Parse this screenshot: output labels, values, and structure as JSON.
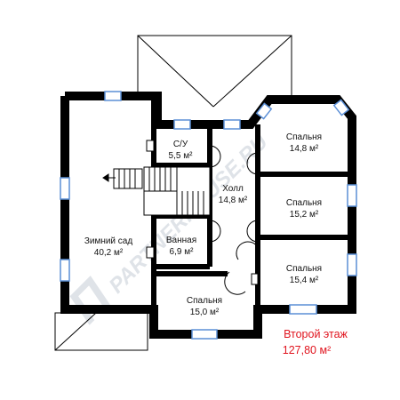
{
  "rooms": {
    "winter_garden": {
      "name": "Зимний сад",
      "area": "40,2 м²"
    },
    "wc": {
      "name": "С/У",
      "area": "5,5 м²"
    },
    "hall": {
      "name": "Холл",
      "area": "14,8 м²"
    },
    "bath": {
      "name": "Ванная",
      "area": "6,9 м²"
    },
    "bed_ne": {
      "name": "Спальня",
      "area": "14,8 м²"
    },
    "bed_e": {
      "name": "Спальня",
      "area": "15,2 м²"
    },
    "bed_se": {
      "name": "Спальня",
      "area": "15,4 м²"
    },
    "bed_s": {
      "name": "Спальня",
      "area": "15,0 м²"
    }
  },
  "summary": {
    "floor": "Второй этаж",
    "total": "127,80 м²"
  },
  "watermark": {
    "text": "PARTNERHOUSE.RU",
    "logo_glyph": "П"
  },
  "colors": {
    "wall": "#000000",
    "window": "#5b8fd6",
    "text": "#111111",
    "summary": "#e0141e",
    "watermark": "#dfe3e8"
  }
}
